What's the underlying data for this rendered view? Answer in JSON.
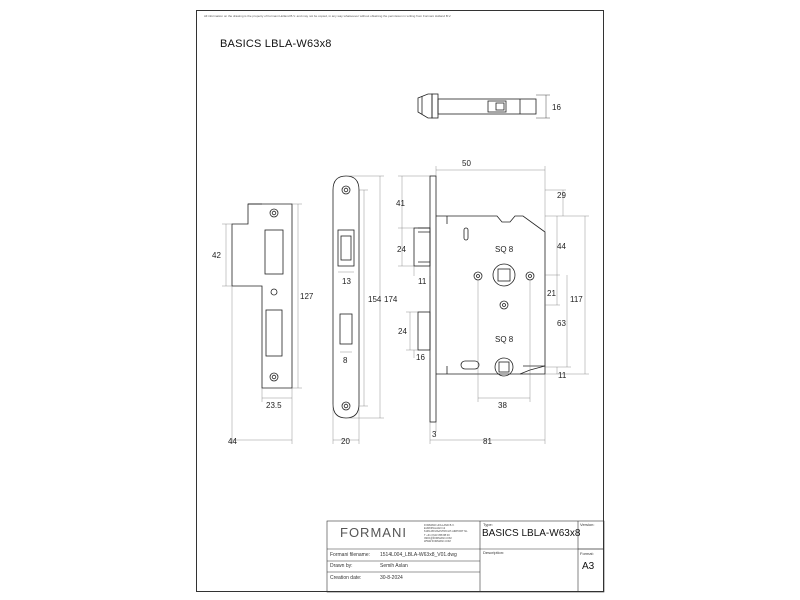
{
  "notice": "All information on the drawing is the property of Formani Holland B.V. and may not be copied, in any way whatsoever without obtaining the permission in writing from Formani Holland B.V.",
  "title": "BASICS LBLA-W63x8",
  "dimensions": {
    "d16": "16",
    "d50": "50",
    "d29": "29",
    "d41": "41",
    "d42": "42",
    "d24a": "24",
    "d44r": "44",
    "sq8a": "SQ 8",
    "d13": "13",
    "d11a": "11",
    "d127": "127",
    "d154": "154",
    "d174": "174",
    "d21": "21",
    "d117": "117",
    "d63": "63",
    "d24b": "24",
    "sq8b": "SQ 8",
    "d8": "8",
    "d16b": "16",
    "d11b": "11",
    "d23_5": "23.5",
    "d38": "38",
    "d44b": "44",
    "d20": "20",
    "d3": "3",
    "d81": "81"
  },
  "title_block": {
    "logo": "FORMANI",
    "company_lines": [
      "FORMANI HOLLAND B.V.",
      "EUROPALAAN 12",
      "6199 AB MAASTRICHT-AIRPORT NL",
      "T +31 (0)43 358 88 00",
      "INFO@FORMANI.COM",
      "WWW.FORMANI.COM"
    ],
    "type_label": "Type:",
    "type_value": "BASICS LBLA-W63x8",
    "version_label": "Version:",
    "filename_label": "Formani filename:",
    "filename_value": "1514L004_LBLA-W63x8_V01.dwg",
    "description_label": "Description:",
    "format_label": "Format:",
    "format_value": "A3",
    "drawn_label": "Drawn by:",
    "drawn_value": "Semih Aslan",
    "date_label": "Creation date:",
    "date_value": "30-8-2024"
  }
}
